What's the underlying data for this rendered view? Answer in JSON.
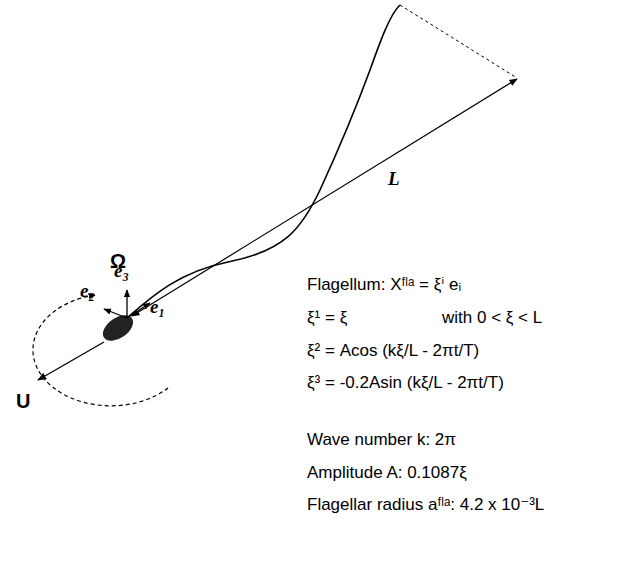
{
  "diagram": {
    "labels": [
      "L",
      "Ω",
      "e₂",
      "e₃",
      "e₁",
      "U",
      "Flagellum: Xᶠˡᵃ = ξⁱ eᵢ",
      "ξ¹ = ξ",
      "with 0 < ξ < L",
      "ξ² = Acos (kξ/L - 2πt/T)",
      "ξ³ = -0.2Asin (kξ/L - 2πt/T)",
      "Wave number k: 2π",
      "Amplitude A: 0.1087ξ",
      "Flagellar radius aᶠˡᵃ: 4.2 x 10⁻³L"
    ]
  }
}
